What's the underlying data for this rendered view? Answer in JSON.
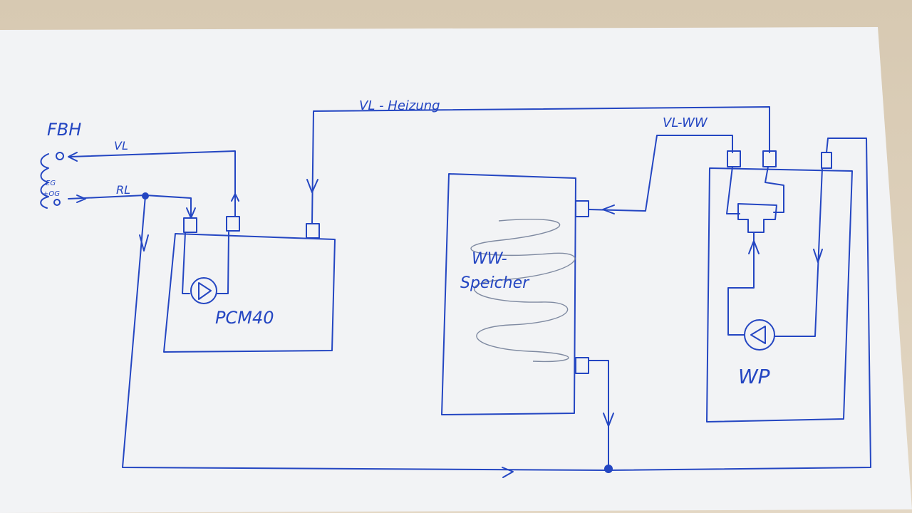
{
  "labels": {
    "fbh": "FBH",
    "eg": "EG",
    "og": "+OG",
    "vl": "VL",
    "rl": "RL",
    "vl_heizung": "VL - Heizung",
    "vl_ww": "VL-WW",
    "pcm40": "PCM40",
    "ww_top": "WW-",
    "ww_bottom": "Speicher",
    "wp": "WP"
  },
  "colors": {
    "ink": "#2446c2",
    "paper": "#f2f3f5",
    "desk": "#d9cbb4"
  }
}
